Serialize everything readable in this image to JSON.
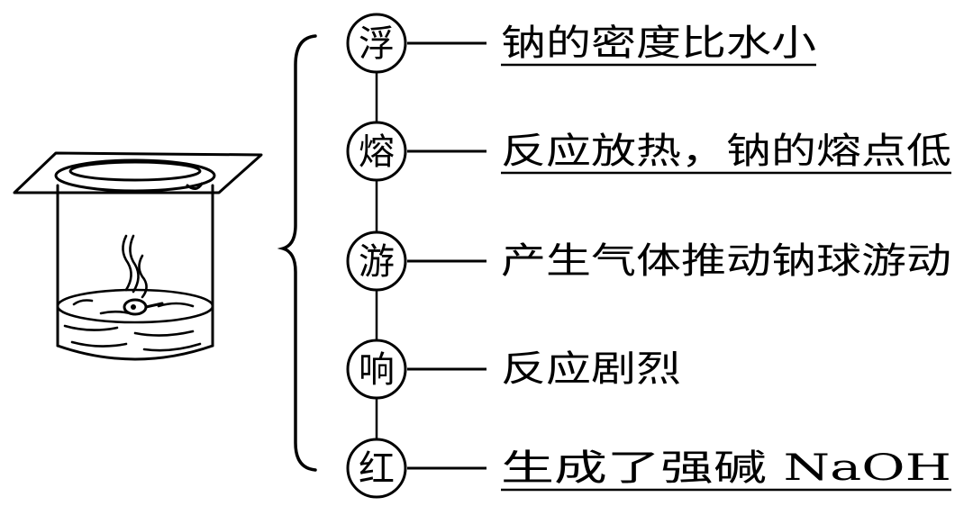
{
  "properties": [
    {
      "char": "浮",
      "description": "钠的密度比水小",
      "underlined": true
    },
    {
      "char": "熔",
      "description": "反应放热，钠的熔点低",
      "underlined": true
    },
    {
      "char": "游",
      "description": "产生气体推动钠球游动",
      "underlined": false
    },
    {
      "char": "响",
      "description": "反应剧烈",
      "underlined": false
    },
    {
      "char": "红",
      "description": "生成了强碱 NaOH",
      "underlined": true
    }
  ],
  "colors": {
    "ink": "#000000",
    "background": "#ffffff"
  },
  "illustration": {
    "name": "beaker-with-sodium-in-water",
    "elements": [
      "glass-plate",
      "beaker",
      "water",
      "sodium-ball",
      "vapor-wisps"
    ]
  }
}
